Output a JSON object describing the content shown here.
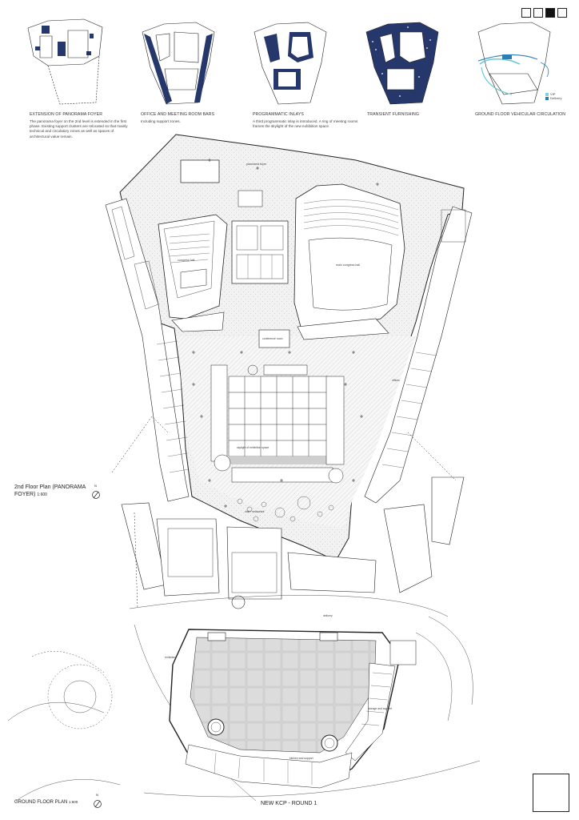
{
  "header": {
    "view_controls": [
      "white",
      "white",
      "black",
      "white"
    ]
  },
  "diagrams": [
    {
      "title": "EXTENSION OF PANORAMA FOYER",
      "body": "The panorama foyer on the 2nd level is extended in the first phase. Existing support clusters are relocated so that mainly technical and circulatory zones as well as spaces of architectural value remain."
    },
    {
      "title": "OFFICE AND MEETING ROOM BARS",
      "body": "Including support zones."
    },
    {
      "title": "PROGRAMMATIC INLAYS",
      "body": "A third programmatic inlay is introduced. A ring of meeting rooms frames the skylight of the new exhibition space."
    },
    {
      "title": "TRANSIENT FURNISHING",
      "body": ""
    },
    {
      "title": "GROUND FLOOR VEHICULAR CIRCULATION",
      "body": ""
    }
  ],
  "legend": [
    {
      "label": "VIP",
      "color": "#7fd3dd"
    },
    {
      "label": "Delivery",
      "color": "#2b7fb8"
    }
  ],
  "colors": {
    "navy": "#26386b",
    "cyan": "#6cc9d6",
    "blue": "#2b7fb8",
    "line": "#222222",
    "hatch": "#d8d8d8"
  },
  "plan_labels": {
    "panorama_foyer": "panorama foyer",
    "congress_hall": "congress hall",
    "main_congress_hall": "main congress hall",
    "conference_room": "conference room",
    "skylight": "skylight of exhibition space",
    "cafe": "café / restaurant",
    "offices": "offices",
    "storage": "storage and support",
    "exhibition": "exhibition",
    "delivery": "delivery",
    "kitchen": "kitchen and support"
  },
  "titles": {
    "second_floor": "2nd Floor Plan (PANORAMA FOYER)",
    "second_floor_scale": "1:600",
    "ground_floor": "GROUND FLOOR PLAN",
    "ground_floor_scale": "1:600",
    "project": "NEW KCP - ROUND 1",
    "north": "N"
  }
}
